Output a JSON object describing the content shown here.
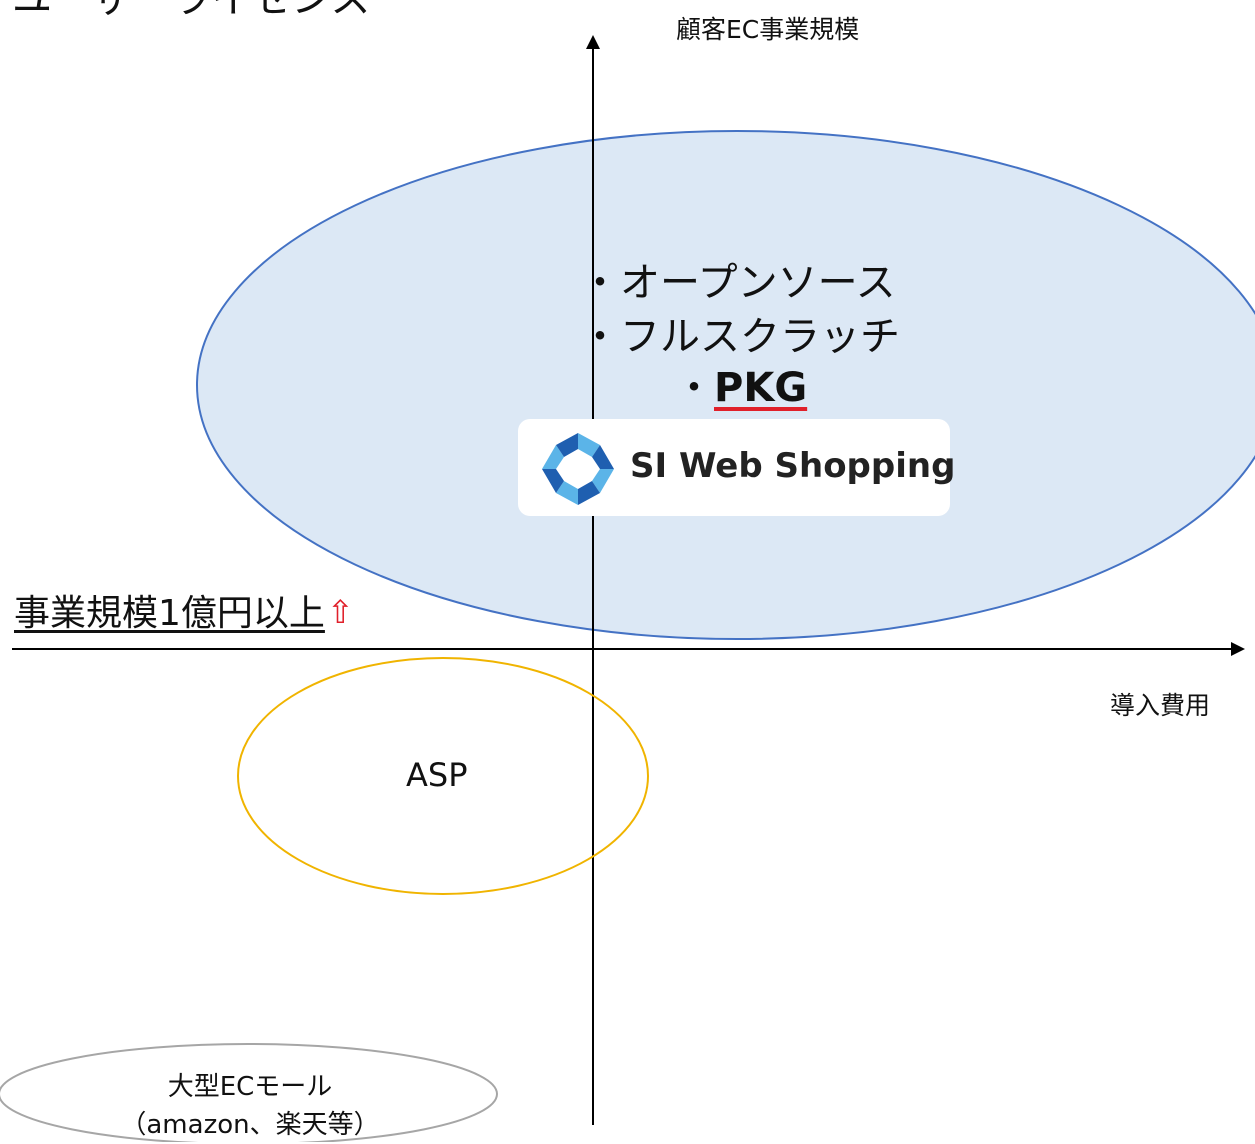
{
  "title_fragment": "ユーザーライセンス",
  "axes": {
    "y_label": "顧客EC事業規模",
    "x_label": "導入費用"
  },
  "large_segment": {
    "items": [
      "・オープンソース",
      "・フルスクラッチ"
    ],
    "pkg_prefix": "・",
    "pkg_label": "PKG",
    "logo_name": "SI Web Shopping"
  },
  "threshold": {
    "label": "事業規模1億円以上",
    "arrow": "⇧"
  },
  "asp": {
    "label": "ASP"
  },
  "mall": {
    "line1": "大型ECモール",
    "line2": "（amazon、楽天等）"
  },
  "colors": {
    "large_ellipse_fill": "#dce8f5",
    "large_ellipse_stroke": "#4472c4",
    "asp_stroke": "#f0b400",
    "mall_stroke": "#a6a6a6",
    "accent_red": "#e0202a",
    "logo_blue_dark": "#1f5fb0",
    "logo_blue_light": "#5bb4e8"
  }
}
